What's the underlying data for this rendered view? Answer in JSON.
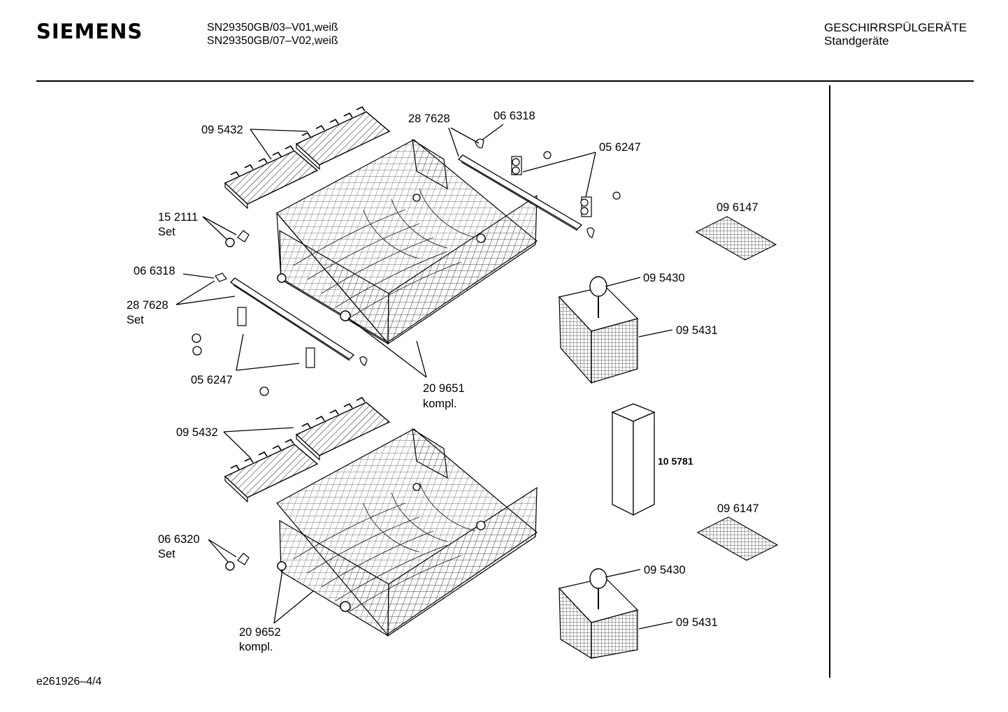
{
  "header": {
    "brand": "SIEMENS",
    "models": [
      "SN29350GB/03–V01,weiß",
      "SN29350GB/07–V02,weiß"
    ],
    "category": "GESCHIRRSPÜLGERÄTE",
    "subcategory": "Standgeräte"
  },
  "footer": {
    "drawing_id": "e261926–4/4"
  },
  "parts": {
    "p095432_a": "09 5432",
    "p287628_a": "28 7628",
    "p066318_a": "06 6318",
    "p056247_a": "05 6247",
    "p096147_a": "09 6147",
    "p152111": "15 2111",
    "set_a": "Set",
    "p066318_b": "06 6318",
    "p287628_b": "28 7628",
    "set_b": "Set",
    "p095430_a": "09 5430",
    "p095431_a": "09 5431",
    "p056247_b": "05 6247",
    "p209651": "20 9651",
    "kompl_a": "kompl.",
    "p095432_b": "09 5432",
    "p105781": "10 5781",
    "p096147_b": "09 6147",
    "p066320": "06 6320",
    "set_c": "Set",
    "p095430_b": "09 5430",
    "p095431_b": "09 5431",
    "p209652": "20 9652",
    "kompl_b": "kompl."
  }
}
